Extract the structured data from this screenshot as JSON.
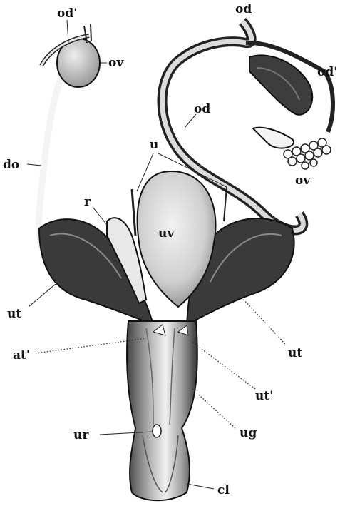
{
  "labels": {
    "od_top_left": "od'",
    "ov_top_left": "ov",
    "od_top_right": "od",
    "od_prime_right": "od'",
    "od_mid_right": "od",
    "ov_right": "ov",
    "do_left": "do",
    "u_center": "u",
    "r_left": "r",
    "uv_center": "uv",
    "ut_left": "ut",
    "ut_right": "ut",
    "at_prime": "at'",
    "ut_prime": "ut'",
    "ug": "ug",
    "ur": "ur",
    "cl": "cl"
  },
  "colors": {
    "ink": "#111111",
    "dark_tissue": "#3a3a3a",
    "mid_tissue": "#8a8a8a",
    "bladder": "#d8d8d8",
    "light": "#efefef"
  }
}
